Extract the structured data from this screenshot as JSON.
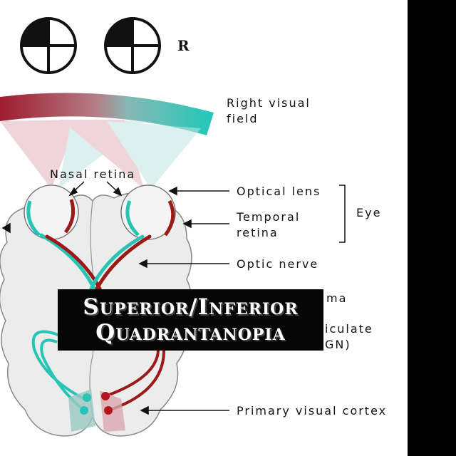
{
  "labels": {
    "side_marker": "R",
    "right_visual_field_line1": "Right visual",
    "right_visual_field_line2": "field",
    "nasal_retina": "Nasal retina",
    "optical_lens": "Optical lens",
    "temporal_retina_line1": "Temporal",
    "temporal_retina_line2": "retina",
    "eye": "Eye",
    "optic_nerve": "Optic nerve",
    "chiasma_partial": "ma",
    "geniculate_partial_line1": "iculate",
    "geniculate_partial_line2": "GN)",
    "primary_visual_cortex": "Primary visual cortex"
  },
  "title": {
    "line1": "Superior/Inferior",
    "line2": "Quadrantanopia"
  },
  "colors": {
    "background": "#ffffff",
    "side_bar": "#000000",
    "left_field_red": "#9e1b2e",
    "right_field_teal": "#1fc9b8",
    "nerve_red": "#9b1a18",
    "nerve_teal": "#27c4b5",
    "brain_fill": "#ececec",
    "title_bg": "#060606",
    "title_text": "#ffffff"
  }
}
